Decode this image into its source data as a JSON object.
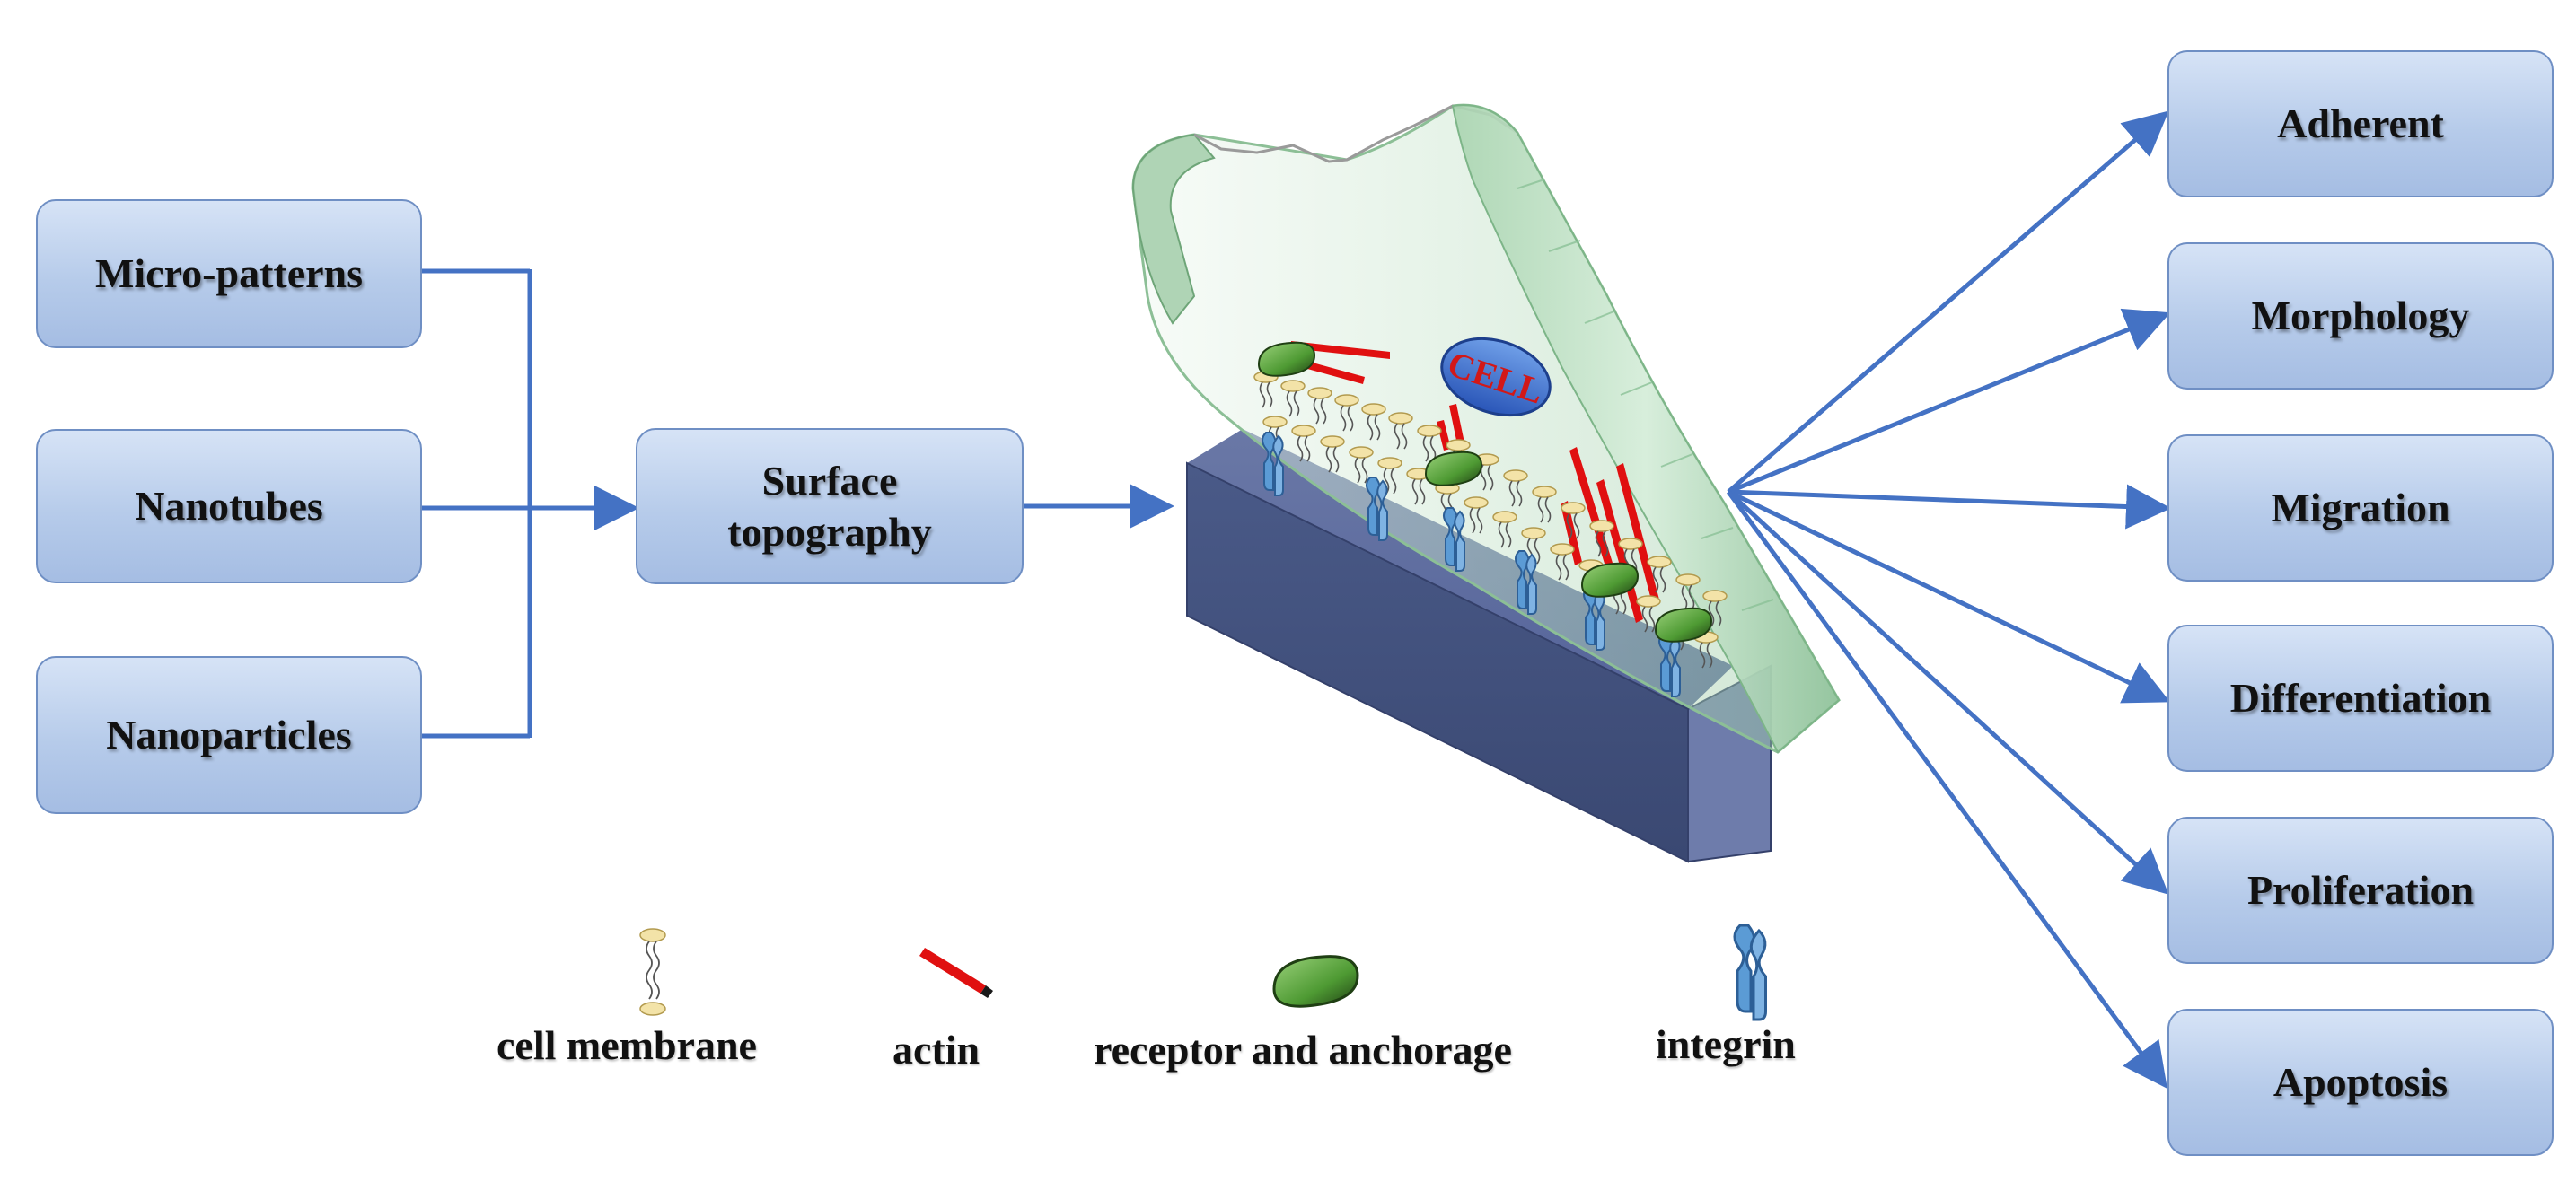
{
  "inputs": [
    "Micro-patterns",
    "Nanotubes",
    "Nanoparticles"
  ],
  "center": {
    "line1": "Surface",
    "line2": "topography"
  },
  "cell_label": "CELL",
  "outputs": [
    "Adherent",
    "Morphology",
    "Migration",
    "Differentiation",
    "Proliferation",
    "Apoptosis"
  ],
  "legend": {
    "membrane": "cell membrane",
    "actin": "actin",
    "receptor": "receptor and anchorage",
    "integrin": "integrin"
  },
  "colors": {
    "box_fill": "#b6cbea",
    "box_border": "#6f8fc4",
    "arrow": "#4472c4",
    "substrate": "#4a5a88",
    "cell": "#b9dcc0",
    "actin": "#e01010",
    "receptor": "#3f7d2a",
    "integrin": "#5b9bd5",
    "lipid": "#f3e3a8"
  }
}
